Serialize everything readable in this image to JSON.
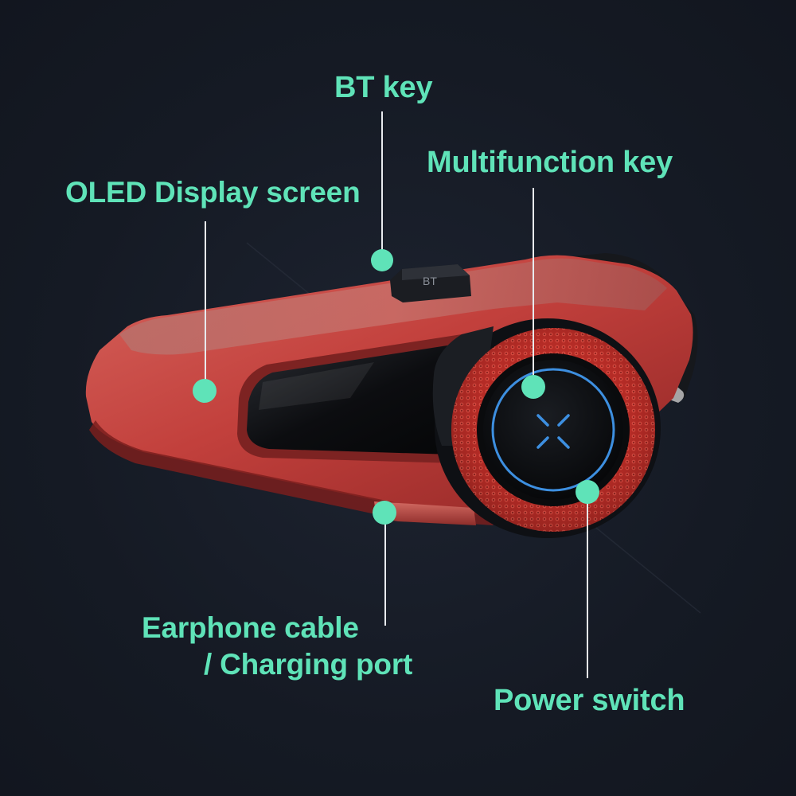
{
  "colors": {
    "background": "#151a24",
    "accent": "#5fe3b8",
    "leader_line": "#e8eaee",
    "body_red": "#c94a45",
    "body_dark": "#0d0f13",
    "ring_blue": "#3d8fe0"
  },
  "device": {
    "bt_key_text": "BT"
  },
  "callouts": {
    "bt_key": {
      "label": "BT key"
    },
    "multifunction_key": {
      "label": "Multifunction key"
    },
    "oled_display": {
      "label": "OLED Display screen"
    },
    "earphone_port": {
      "line1": "Earphone cable",
      "line2": "/ Charging port"
    },
    "power_switch": {
      "label": "Power switch"
    }
  }
}
